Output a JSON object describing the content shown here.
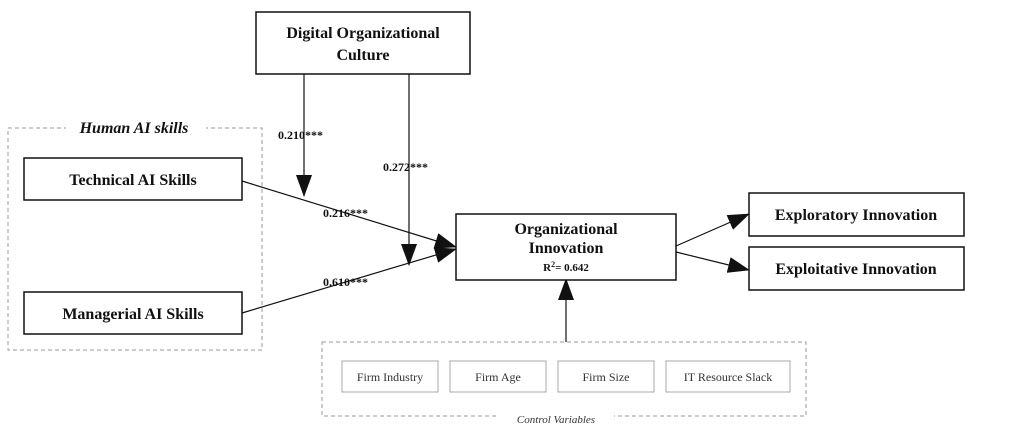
{
  "diagram": {
    "nodes": {
      "digital_culture": {
        "lines": [
          "Digital Organizational",
          "Culture"
        ]
      },
      "technical_ai": {
        "label": "Technical AI Skills"
      },
      "managerial_ai": {
        "label": "Managerial AI Skills"
      },
      "org_innovation": {
        "lines": [
          "Organizational",
          "Innovation"
        ],
        "r2_prefix": "R",
        "r2_sup": "2",
        "r2_value": "= 0.642"
      },
      "exploratory": {
        "label": "Exploratory Innovation"
      },
      "exploitative": {
        "label": "Exploitative Innovation"
      }
    },
    "groups": {
      "human_ai_skills": {
        "label": "Human AI skills"
      },
      "control_variables": {
        "label": "Control Variables",
        "items": [
          "Firm Industry",
          "Firm Age",
          "Firm Size",
          "IT Resource Slack"
        ]
      }
    },
    "paths": [
      {
        "from": "digital_culture",
        "to": "technical_to_innovation_path",
        "coef": "0.210***"
      },
      {
        "from": "digital_culture",
        "to": "managerial_to_innovation_path",
        "coef": "0.272***"
      },
      {
        "from": "technical_ai",
        "to": "org_innovation",
        "coef": "0.216***"
      },
      {
        "from": "managerial_ai",
        "to": "org_innovation",
        "coef": "0.610***"
      },
      {
        "from": "org_innovation",
        "to": "exploratory",
        "coef": ""
      },
      {
        "from": "org_innovation",
        "to": "exploitative",
        "coef": ""
      },
      {
        "from": "control_variables",
        "to": "org_innovation",
        "coef": ""
      }
    ]
  }
}
